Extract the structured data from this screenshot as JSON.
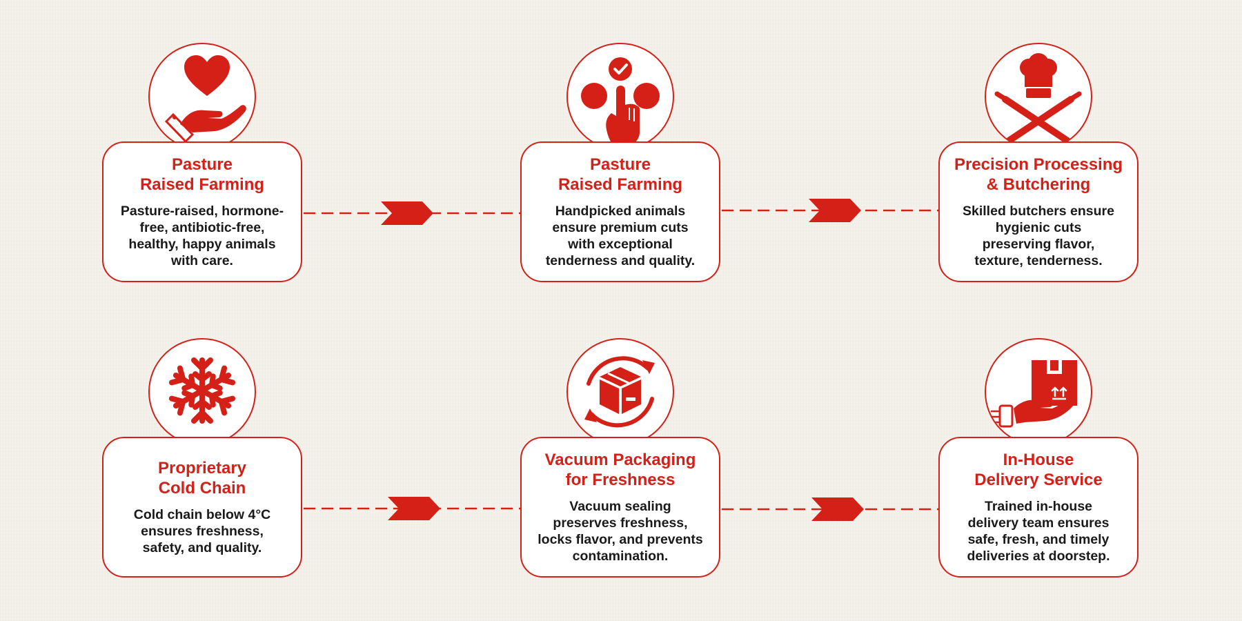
{
  "colors": {
    "accent": "#d42017",
    "text": "#1a1a1a",
    "background": "#f4f0ea",
    "card": "#ffffff"
  },
  "steps": [
    {
      "id": "pasture-raised-farming",
      "icon": "heart-in-hand-icon",
      "title": "Pasture\nRaised Farming",
      "description": "Pasture-raised, hormone-\nfree, antibiotic-free,\nhealthy, happy animals\nwith care."
    },
    {
      "id": "selection",
      "icon": "touch-select-icon",
      "title": "Pasture\nRaised Farming",
      "description": "Handpicked animals\nensure premium cuts\nwith exceptional\ntenderness and quality."
    },
    {
      "id": "precision-processing",
      "icon": "chef-knives-icon",
      "title": "Precision Processing\n& Butchering",
      "description": "Skilled butchers ensure\nhygienic cuts\npreserving flavor,\ntexture, tenderness."
    },
    {
      "id": "cold-chain",
      "icon": "snowflake-icon",
      "title": "Proprietary\nCold Chain",
      "description": "Cold chain below 4°C\nensures freshness,\nsafety, and quality."
    },
    {
      "id": "vacuum-packaging",
      "icon": "box-cycle-icon",
      "title": "Vacuum Packaging\nfor Freshness",
      "description": "Vacuum sealing\npreserves freshness,\nlocks flavor, and prevents\ncontamination."
    },
    {
      "id": "delivery-service",
      "icon": "hand-package-icon",
      "title": "In-House\nDelivery Service",
      "description": "Trained in-house\ndelivery team ensures\nsafe, fresh, and timely\ndeliveries at doorstep."
    }
  ]
}
